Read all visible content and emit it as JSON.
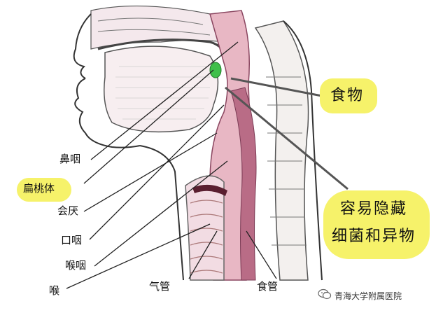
{
  "labels": {
    "nasopharynx": "鼻咽",
    "tonsil": "扁桃体",
    "epiglottis": "会厌",
    "oropharynx": "口咽",
    "laryngopharynx": "喉咽",
    "larynx": "喉",
    "trachea": "气管",
    "esophagus": "食管",
    "food": "食物",
    "hide_line1": "容易隐藏",
    "hide_line2": "细菌和异物"
  },
  "watermark": {
    "text": "青海大学附属医院",
    "icon": "wechat-icon"
  },
  "colors": {
    "highlight": "#f6f26a",
    "tissue_pink": "#e8b7c4",
    "tissue_dark": "#b96c86",
    "tonsil_green": "#3fbf4a",
    "line": "#222222"
  }
}
